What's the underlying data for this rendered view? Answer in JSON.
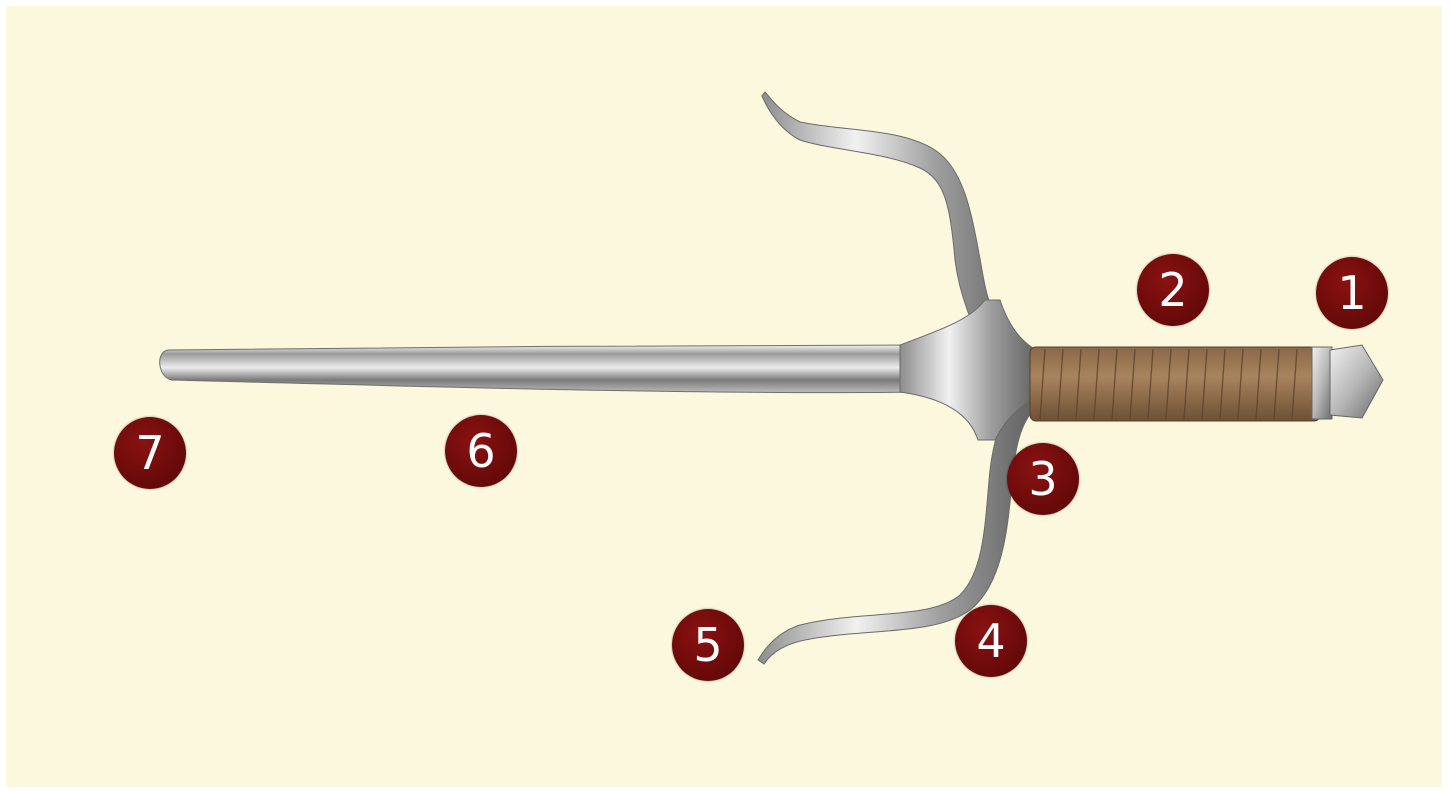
{
  "image": {
    "background_color": "#fbf8de",
    "subject": "sai-weapon",
    "markers": [
      {
        "id": "1",
        "label": "1"
      },
      {
        "id": "2",
        "label": "2"
      },
      {
        "id": "3",
        "label": "3"
      },
      {
        "id": "4",
        "label": "4"
      },
      {
        "id": "5",
        "label": "5"
      },
      {
        "id": "6",
        "label": "6"
      },
      {
        "id": "7",
        "label": "7"
      }
    ],
    "marker_color": "#6e0b0b"
  }
}
